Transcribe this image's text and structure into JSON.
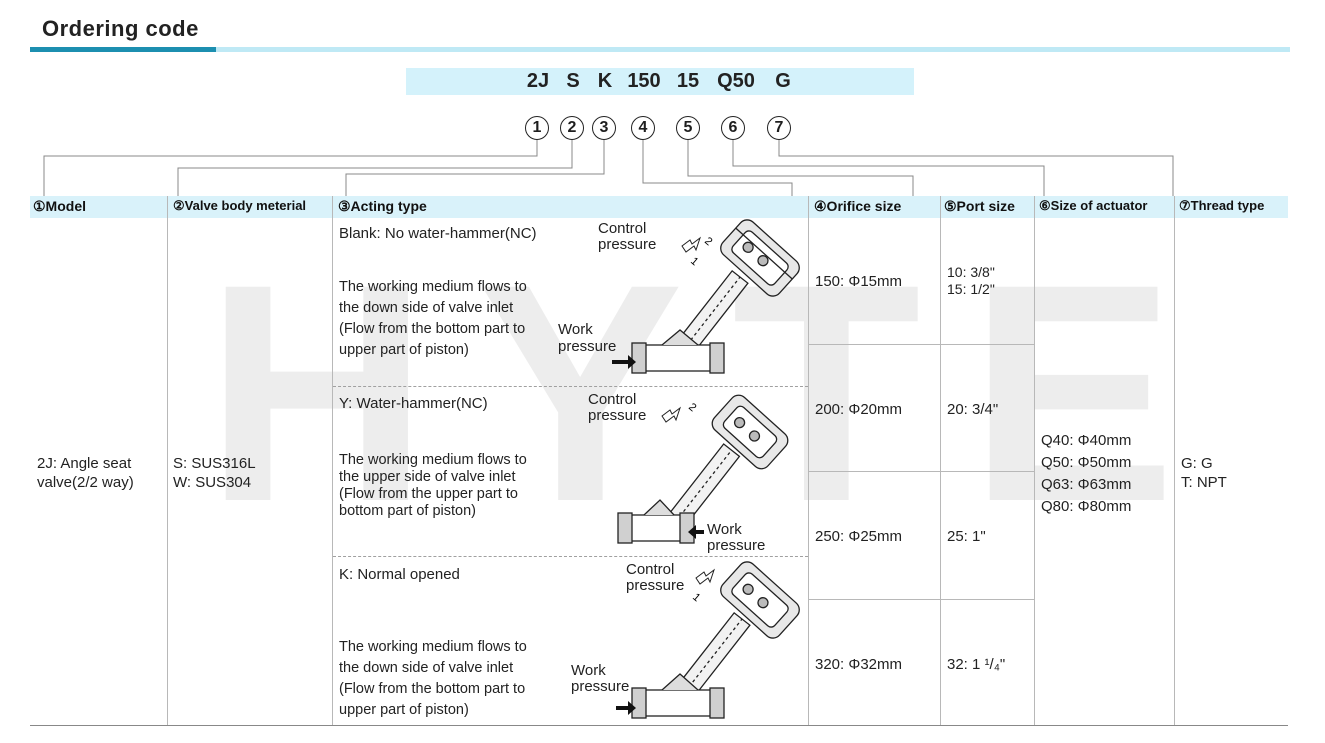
{
  "title": "Ordering code",
  "watermark": "HYTE",
  "code": [
    "2J",
    "S",
    "K",
    "150",
    "15",
    "Q50",
    "G"
  ],
  "circles": [
    "1",
    "2",
    "3",
    "4",
    "5",
    "6",
    "7"
  ],
  "headers": [
    "①Model",
    "②Valve body meterial",
    "③Acting type",
    "④Orifice size",
    "⑤Port size",
    "⑥Size of actuator",
    "⑦Thread type"
  ],
  "model": [
    "2J: Angle seat",
    "valve(2/2 way)"
  ],
  "material": [
    "S: SUS316L",
    "W: SUS304"
  ],
  "acting": [
    {
      "title": "Blank: No water-hammer(NC)",
      "desc": [
        "The working medium flows to",
        "the down side of valve inlet",
        "(Flow from the bottom part to",
        "upper part of piston)"
      ],
      "control": [
        "Control",
        "pressure"
      ],
      "work": [
        "Work",
        "pressure"
      ]
    },
    {
      "title": "Y: Water-hammer(NC)",
      "desc": [
        "The working medium flows to",
        "the upper side of valve inlet",
        "(Flow from the upper part to",
        "bottom part of piston)"
      ],
      "control": [
        "Control",
        "pressure"
      ],
      "work": [
        "Work",
        "pressure"
      ]
    },
    {
      "title": "K: Normal opened",
      "desc": [
        "The working medium flows to",
        "the down side of valve inlet",
        "(Flow from the bottom part to",
        "upper part of piston)"
      ],
      "control": [
        "Control",
        "pressure"
      ],
      "work": [
        "Work",
        "pressure"
      ]
    }
  ],
  "orifice": [
    "150: Φ15mm",
    "200: Φ20mm",
    "250: Φ25mm",
    "320: Φ32mm"
  ],
  "port": [
    [
      "10: 3/8\"",
      "15: 1/2\""
    ],
    [
      "20: 3/4\""
    ],
    [
      "25: 1\""
    ],
    [
      "32: 1 ¹/₄\""
    ]
  ],
  "actuator": [
    "Q40: Φ40mm",
    "Q50: Φ50mm",
    "Q63: Φ63mm",
    "Q80: Φ80mm"
  ],
  "thread": [
    "G: G",
    "T: NPT"
  ],
  "port_labels": [
    "1",
    "2"
  ]
}
